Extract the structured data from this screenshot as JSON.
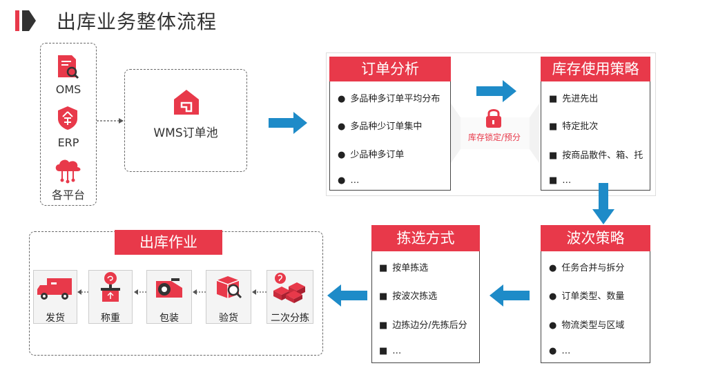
{
  "title": "出库业务整体流程",
  "colors": {
    "accent": "#e8394a",
    "arrow": "#1e8bc8",
    "text": "#333333"
  },
  "sources": [
    {
      "label": "OMS",
      "icon": "document-search-icon"
    },
    {
      "label": "ERP",
      "icon": "enterprise-shield-icon"
    },
    {
      "label": "各平台",
      "icon": "cloud-network-icon"
    }
  ],
  "pool": {
    "label": "WMS订单池",
    "icon": "warehouse-icon"
  },
  "order_analysis": {
    "header": "订单分析",
    "items": [
      "多品种多订单平均分布",
      "多品种少订单集中",
      "少品种多订单",
      "…"
    ]
  },
  "lock": {
    "label": "库存锁定/预分",
    "icon": "lock-icon"
  },
  "inventory_strategy": {
    "header": "库存使用策略",
    "items": [
      "先进先出",
      "特定批次",
      "按商品散件、箱、托",
      "…"
    ]
  },
  "wave_strategy": {
    "header": "波次策略",
    "items": [
      "任务合并与拆分",
      "订单类型、数量",
      "物流类型与区域",
      "…"
    ]
  },
  "picking": {
    "header": "拣选方式",
    "items": [
      "按单拣选",
      "按波次拣选",
      "边拣边分/先拣后分",
      "…"
    ]
  },
  "outbound": {
    "header": "出库作业",
    "ops": [
      {
        "label": "发货",
        "icon": "delivery-truck-icon"
      },
      {
        "label": "称重",
        "icon": "weighing-scale-icon"
      },
      {
        "label": "包装",
        "icon": "packing-tape-icon"
      },
      {
        "label": "验货",
        "icon": "inspection-box-icon"
      },
      {
        "label": "二次分拣",
        "icon": "sorting-boxes-icon"
      }
    ]
  }
}
